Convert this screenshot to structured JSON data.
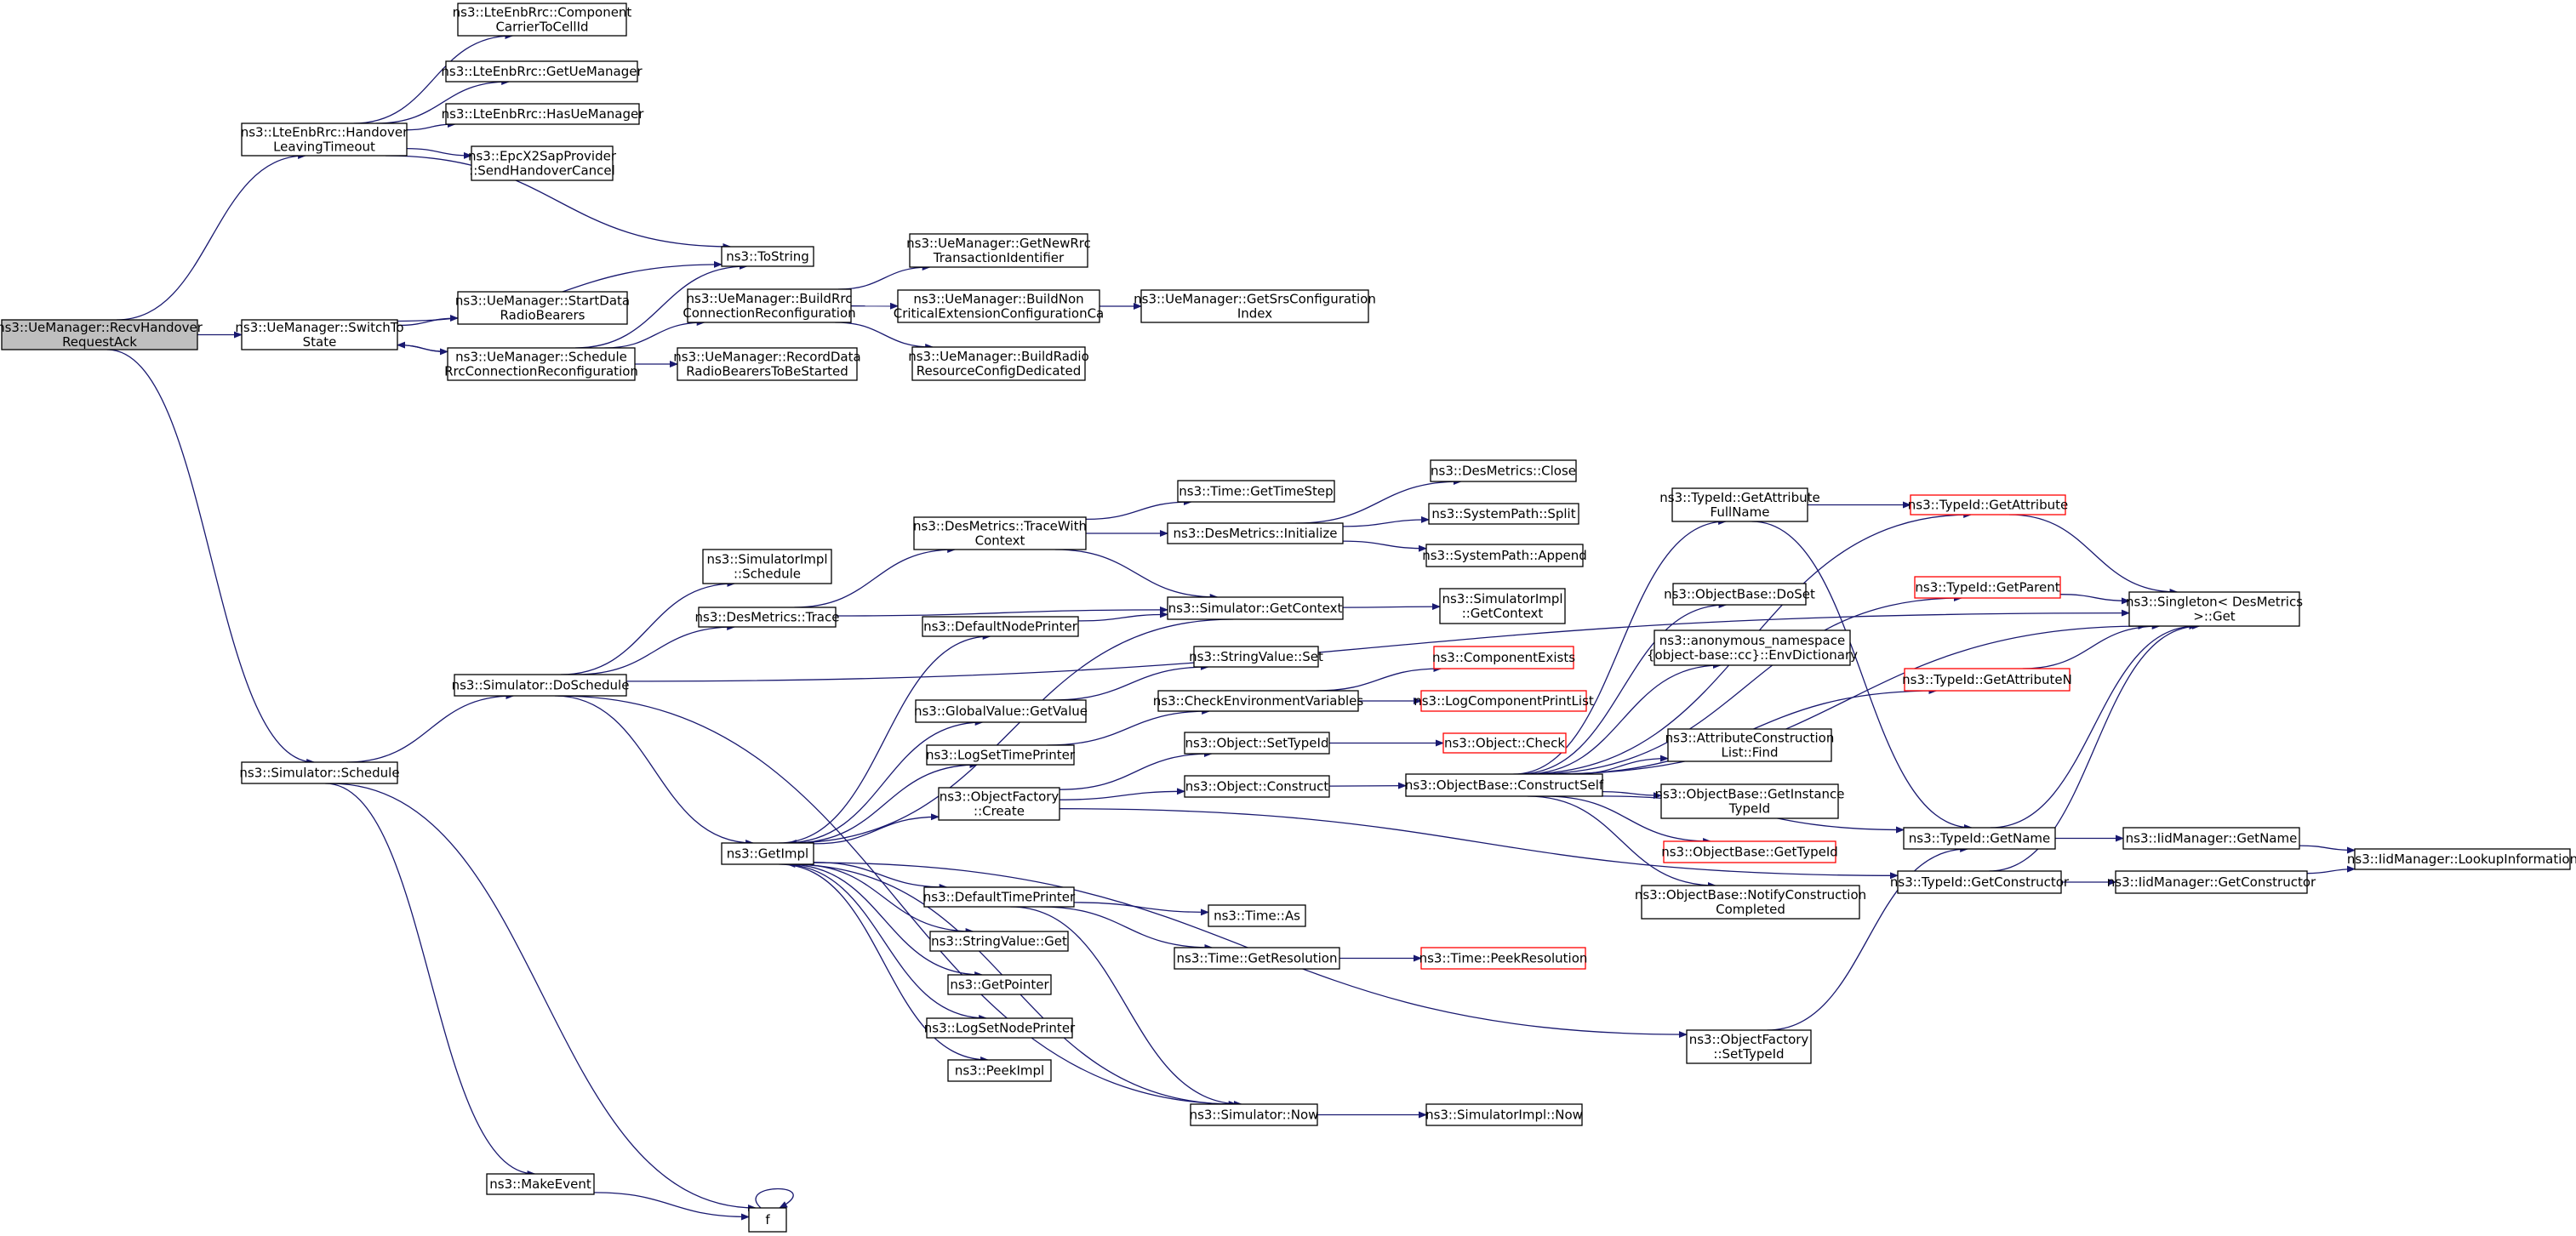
{
  "colors": {
    "edge": "#191970",
    "node_border": "#000000",
    "node_fill": "#ffffff",
    "root_fill": "#bfbfbf",
    "red_border": "#ff0000"
  },
  "nodes": [
    {
      "id": "recv",
      "lines": [
        "ns3::UeManager::RecvHandover",
        "RequestAck"
      ],
      "style": "root"
    },
    {
      "id": "hlt",
      "lines": [
        "ns3::LteEnbRrc::Handover",
        "LeavingTimeout"
      ],
      "style": "normal"
    },
    {
      "id": "cc2cell",
      "lines": [
        "ns3::LteEnbRrc::Component",
        "CarrierToCellId"
      ],
      "style": "normal"
    },
    {
      "id": "getue",
      "lines": [
        "ns3::LteEnbRrc::GetUeManager"
      ],
      "style": "normal"
    },
    {
      "id": "hasue",
      "lines": [
        "ns3::LteEnbRrc::HasUeManager"
      ],
      "style": "normal"
    },
    {
      "id": "sendhc",
      "lines": [
        "ns3::EpcX2SapProvider",
        "::SendHandoverCancel"
      ],
      "style": "normal"
    },
    {
      "id": "tostring",
      "lines": [
        "ns3::ToString"
      ],
      "style": "normal"
    },
    {
      "id": "switch",
      "lines": [
        "ns3::UeManager::SwitchTo",
        "State"
      ],
      "style": "normal"
    },
    {
      "id": "startdata",
      "lines": [
        "ns3::UeManager::StartData",
        "RadioBearers"
      ],
      "style": "normal"
    },
    {
      "id": "buildrrc",
      "lines": [
        "ns3::UeManager::BuildRrc",
        "ConnectionReconfiguration"
      ],
      "style": "normal"
    },
    {
      "id": "schedrrc",
      "lines": [
        "ns3::UeManager::Schedule",
        "RrcConnectionReconfiguration"
      ],
      "style": "normal"
    },
    {
      "id": "recorddata",
      "lines": [
        "ns3::UeManager::RecordData",
        "RadioBearersToBeStarted"
      ],
      "style": "normal"
    },
    {
      "id": "getnewrrc",
      "lines": [
        "ns3::UeManager::GetNewRrc",
        "TransactionIdentifier"
      ],
      "style": "normal"
    },
    {
      "id": "buildnon",
      "lines": [
        "ns3::UeManager::BuildNon",
        "CriticalExtensionConfigurationCa"
      ],
      "style": "normal"
    },
    {
      "id": "getsrs",
      "lines": [
        "ns3::UeManager::GetSrsConfiguration",
        "Index"
      ],
      "style": "normal"
    },
    {
      "id": "buildradio",
      "lines": [
        "ns3::UeManager::BuildRadio",
        "ResourceConfigDedicated"
      ],
      "style": "normal"
    },
    {
      "id": "simsched",
      "lines": [
        "ns3::Simulator::Schedule"
      ],
      "style": "normal"
    },
    {
      "id": "dosched",
      "lines": [
        "ns3::Simulator::DoSchedule"
      ],
      "style": "normal"
    },
    {
      "id": "implsched",
      "lines": [
        "ns3::SimulatorImpl",
        "::Schedule"
      ],
      "style": "normal"
    },
    {
      "id": "destrace",
      "lines": [
        "ns3::DesMetrics::Trace"
      ],
      "style": "normal"
    },
    {
      "id": "tracewith",
      "lines": [
        "ns3::DesMetrics::TraceWith",
        "Context"
      ],
      "style": "normal"
    },
    {
      "id": "gettimestep",
      "lines": [
        "ns3::Time::GetTimeStep"
      ],
      "style": "normal"
    },
    {
      "id": "desinit",
      "lines": [
        "ns3::DesMetrics::Initialize"
      ],
      "style": "normal"
    },
    {
      "id": "desclose",
      "lines": [
        "ns3::DesMetrics::Close"
      ],
      "style": "normal"
    },
    {
      "id": "split",
      "lines": [
        "ns3::SystemPath::Split"
      ],
      "style": "normal"
    },
    {
      "id": "append",
      "lines": [
        "ns3::SystemPath::Append"
      ],
      "style": "normal"
    },
    {
      "id": "getcontext",
      "lines": [
        "ns3::Simulator::GetContext"
      ],
      "style": "normal"
    },
    {
      "id": "implgetctx",
      "lines": [
        "ns3::SimulatorImpl",
        "::GetContext"
      ],
      "style": "normal"
    },
    {
      "id": "defnode",
      "lines": [
        "ns3::DefaultNodePrinter"
      ],
      "style": "normal"
    },
    {
      "id": "strset",
      "lines": [
        "ns3::StringValue::Set"
      ],
      "style": "normal"
    },
    {
      "id": "globalget",
      "lines": [
        "ns3::GlobalValue::GetValue"
      ],
      "style": "normal"
    },
    {
      "id": "checkenv",
      "lines": [
        "ns3::CheckEnvironmentVariables"
      ],
      "style": "normal"
    },
    {
      "id": "compexists",
      "lines": [
        "ns3::ComponentExists"
      ],
      "style": "red"
    },
    {
      "id": "logcompprint",
      "lines": [
        "ns3::LogComponentPrintList"
      ],
      "style": "red"
    },
    {
      "id": "logsettime",
      "lines": [
        "ns3::LogSetTimePrinter"
      ],
      "style": "normal"
    },
    {
      "id": "objsettid",
      "lines": [
        "ns3::Object::SetTypeId"
      ],
      "style": "normal"
    },
    {
      "id": "objcheck",
      "lines": [
        "ns3::Object::Check"
      ],
      "style": "red"
    },
    {
      "id": "objfcreate",
      "lines": [
        "ns3::ObjectFactory",
        "::Create"
      ],
      "style": "normal"
    },
    {
      "id": "objconstruct",
      "lines": [
        "ns3::Object::Construct"
      ],
      "style": "normal"
    },
    {
      "id": "constructself",
      "lines": [
        "ns3::ObjectBase::ConstructSelf"
      ],
      "style": "normal"
    },
    {
      "id": "getimpl",
      "lines": [
        "ns3::GetImpl"
      ],
      "style": "normal"
    },
    {
      "id": "deftime",
      "lines": [
        "ns3::DefaultTimePrinter"
      ],
      "style": "normal"
    },
    {
      "id": "timeas",
      "lines": [
        "ns3::Time::As"
      ],
      "style": "normal"
    },
    {
      "id": "getres",
      "lines": [
        "ns3::Time::GetResolution"
      ],
      "style": "normal"
    },
    {
      "id": "peekres",
      "lines": [
        "ns3::Time::PeekResolution"
      ],
      "style": "red"
    },
    {
      "id": "strget",
      "lines": [
        "ns3::StringValue::Get"
      ],
      "style": "normal"
    },
    {
      "id": "getptr",
      "lines": [
        "ns3::GetPointer"
      ],
      "style": "normal"
    },
    {
      "id": "logsetnode",
      "lines": [
        "ns3::LogSetNodePrinter"
      ],
      "style": "normal"
    },
    {
      "id": "peekimpl",
      "lines": [
        "ns3::PeekImpl"
      ],
      "style": "normal"
    },
    {
      "id": "simnow",
      "lines": [
        "ns3::Simulator::Now"
      ],
      "style": "normal"
    },
    {
      "id": "implnow",
      "lines": [
        "ns3::SimulatorImpl::Now"
      ],
      "style": "normal"
    },
    {
      "id": "makeevent",
      "lines": [
        "ns3::MakeEvent"
      ],
      "style": "normal"
    },
    {
      "id": "f",
      "lines": [
        "f"
      ],
      "style": "normal"
    },
    {
      "id": "getattrfull",
      "lines": [
        "ns3::TypeId::GetAttribute",
        "FullName"
      ],
      "style": "normal"
    },
    {
      "id": "getattr",
      "lines": [
        "ns3::TypeId::GetAttribute"
      ],
      "style": "red"
    },
    {
      "id": "getparent",
      "lines": [
        "ns3::TypeId::GetParent"
      ],
      "style": "red"
    },
    {
      "id": "singleton",
      "lines": [
        "ns3::Singleton< DesMetrics",
        "&gt;::Get"
      ],
      "style": "normal"
    },
    {
      "id": "doset",
      "lines": [
        "ns3::ObjectBase::DoSet"
      ],
      "style": "normal"
    },
    {
      "id": "envdict",
      "lines": [
        "ns3::anonymous_namespace",
        "{object-base::cc}::EnvDictionary"
      ],
      "style": "normal"
    },
    {
      "id": "getattrn",
      "lines": [
        "ns3::TypeId::GetAttributeN"
      ],
      "style": "red"
    },
    {
      "id": "attrfind",
      "lines": [
        "ns3::AttributeConstruction",
        "List::Find"
      ],
      "style": "normal"
    },
    {
      "id": "getinst",
      "lines": [
        "ns3::ObjectBase::GetInstance",
        "TypeId"
      ],
      "style": "normal"
    },
    {
      "id": "obgettid",
      "lines": [
        "ns3::ObjectBase::GetTypeId"
      ],
      "style": "red"
    },
    {
      "id": "notify",
      "lines": [
        "ns3::ObjectBase::NotifyConstruction",
        "Completed"
      ],
      "style": "normal"
    },
    {
      "id": "getname",
      "lines": [
        "ns3::TypeId::GetName"
      ],
      "style": "normal"
    },
    {
      "id": "iidgetname",
      "lines": [
        "ns3::IidManager::GetName"
      ],
      "style": "normal"
    },
    {
      "id": "lookup",
      "lines": [
        "ns3::IidManager::LookupInformation"
      ],
      "style": "normal"
    },
    {
      "id": "getctor",
      "lines": [
        "ns3::TypeId::GetConstructor"
      ],
      "style": "normal"
    },
    {
      "id": "iidgetctor",
      "lines": [
        "ns3::IidManager::GetConstructor"
      ],
      "style": "normal"
    },
    {
      "id": "objfsettid",
      "lines": [
        "ns3::ObjectFactory",
        "::SetTypeId"
      ],
      "style": "normal"
    }
  ],
  "edges": [
    [
      "recv",
      "hlt"
    ],
    [
      "recv",
      "switch"
    ],
    [
      "recv",
      "simsched"
    ],
    [
      "hlt",
      "cc2cell"
    ],
    [
      "hlt",
      "getue"
    ],
    [
      "hlt",
      "hasue"
    ],
    [
      "hlt",
      "sendhc"
    ],
    [
      "hlt",
      "tostring"
    ],
    [
      "switch",
      "tostring"
    ],
    [
      "switch",
      "startdata"
    ],
    [
      "switch",
      "schedrrc"
    ],
    [
      "schedrrc",
      "switch"
    ],
    [
      "schedrrc",
      "tostring"
    ],
    [
      "schedrrc",
      "buildrrc"
    ],
    [
      "schedrrc",
      "recorddata"
    ],
    [
      "buildrrc",
      "getnewrrc"
    ],
    [
      "buildrrc",
      "buildnon"
    ],
    [
      "buildrrc",
      "buildradio"
    ],
    [
      "buildnon",
      "getsrs"
    ],
    [
      "simsched",
      "dosched"
    ],
    [
      "simsched",
      "makeevent"
    ],
    [
      "simsched",
      "f"
    ],
    [
      "dosched",
      "implsched"
    ],
    [
      "dosched",
      "destrace"
    ],
    [
      "dosched",
      "getimpl"
    ],
    [
      "dosched",
      "singleton"
    ],
    [
      "dosched",
      "simnow"
    ],
    [
      "destrace",
      "tracewith"
    ],
    [
      "destrace",
      "getcontext"
    ],
    [
      "tracewith",
      "gettimestep"
    ],
    [
      "tracewith",
      "desinit"
    ],
    [
      "tracewith",
      "getcontext"
    ],
    [
      "desinit",
      "desclose"
    ],
    [
      "desinit",
      "split"
    ],
    [
      "desinit",
      "append"
    ],
    [
      "getcontext",
      "implgetctx"
    ],
    [
      "getcontext",
      "getimpl"
    ],
    [
      "getimpl",
      "defnode"
    ],
    [
      "getimpl",
      "globalget"
    ],
    [
      "getimpl",
      "logsettime"
    ],
    [
      "getimpl",
      "objfcreate"
    ],
    [
      "getimpl",
      "deftime"
    ],
    [
      "getimpl",
      "strget"
    ],
    [
      "getimpl",
      "getptr"
    ],
    [
      "getimpl",
      "logsetnode"
    ],
    [
      "getimpl",
      "peekimpl"
    ],
    [
      "getimpl",
      "objfsettid"
    ],
    [
      "defnode",
      "getcontext"
    ],
    [
      "globalget",
      "strset"
    ],
    [
      "logsettime",
      "checkenv"
    ],
    [
      "checkenv",
      "compexists"
    ],
    [
      "checkenv",
      "logcompprint"
    ],
    [
      "objfcreate",
      "objsettid"
    ],
    [
      "objfcreate",
      "objconstruct"
    ],
    [
      "objfcreate",
      "getctor"
    ],
    [
      "objsettid",
      "objcheck"
    ],
    [
      "objconstruct",
      "constructself"
    ],
    [
      "deftime",
      "timeas"
    ],
    [
      "deftime",
      "getres"
    ],
    [
      "deftime",
      "simnow"
    ],
    [
      "getres",
      "peekres"
    ],
    [
      "simnow",
      "implnow"
    ],
    [
      "simnow",
      "getimpl"
    ],
    [
      "makeevent",
      "f"
    ],
    [
      "f",
      "f"
    ],
    [
      "constructself",
      "getattrfull"
    ],
    [
      "constructself",
      "getattr"
    ],
    [
      "constructself",
      "getparent"
    ],
    [
      "constructself",
      "singleton"
    ],
    [
      "constructself",
      "doset"
    ],
    [
      "constructself",
      "envdict"
    ],
    [
      "constructself",
      "getattrn"
    ],
    [
      "constructself",
      "attrfind"
    ],
    [
      "constructself",
      "getinst"
    ],
    [
      "constructself",
      "obgettid"
    ],
    [
      "constructself",
      "notify"
    ],
    [
      "constructself",
      "getname"
    ],
    [
      "getattrfull",
      "getattr"
    ],
    [
      "getattrfull",
      "getname"
    ],
    [
      "getattr",
      "singleton"
    ],
    [
      "getparent",
      "singleton"
    ],
    [
      "getattrn",
      "singleton"
    ],
    [
      "getname",
      "singleton"
    ],
    [
      "getname",
      "iidgetname"
    ],
    [
      "iidgetname",
      "lookup"
    ],
    [
      "getctor",
      "singleton"
    ],
    [
      "getctor",
      "iidgetctor"
    ],
    [
      "iidgetctor",
      "lookup"
    ],
    [
      "objfsettid",
      "getname"
    ]
  ]
}
